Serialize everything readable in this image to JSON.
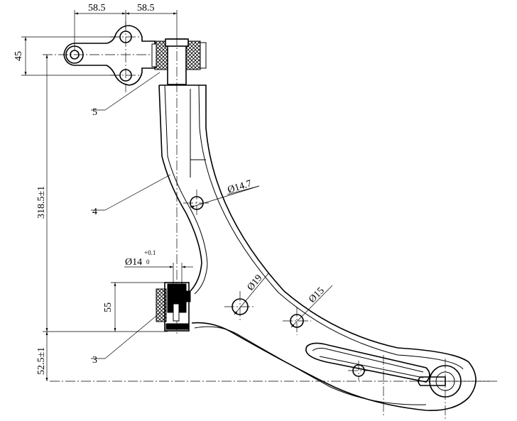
{
  "dimensions": {
    "top_left": "58.5",
    "top_right": "58.5",
    "height_45": "45",
    "vertical_318": "318.5±1",
    "vertical_52": "52.5±1",
    "height_55": "55",
    "dia_14_7": "Ø14.7",
    "dia_14_main": "Ø14",
    "dia_14_upper_tol": "+0.1",
    "dia_14_lower_tol": "0",
    "dia_19": "Ø19",
    "dia_15": "Ø15"
  },
  "part_labels": {
    "p3": "3",
    "p4": "4",
    "p5": "5"
  }
}
